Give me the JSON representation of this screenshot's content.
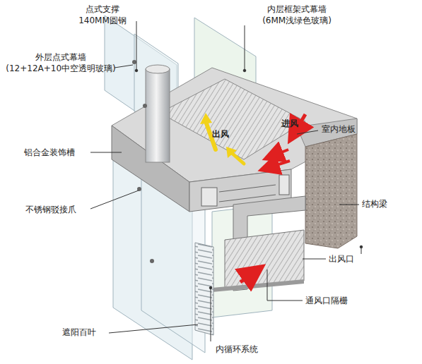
{
  "diagram": {
    "labels": [
      "点式支撑 140MM圆钢",
      "内层框架式幕墙 (6MM浅绿色玻璃)",
      "外层点式幕墙 (12+12A+10中空透明玻璃)",
      "出风",
      "进风",
      "室内地板",
      "铝合金装饰槽",
      "结构梁",
      "不锈钢驳接爪",
      "出风口",
      "通风口隔栅",
      "遮阳百叶",
      "内循环系统"
    ]
  }
}
